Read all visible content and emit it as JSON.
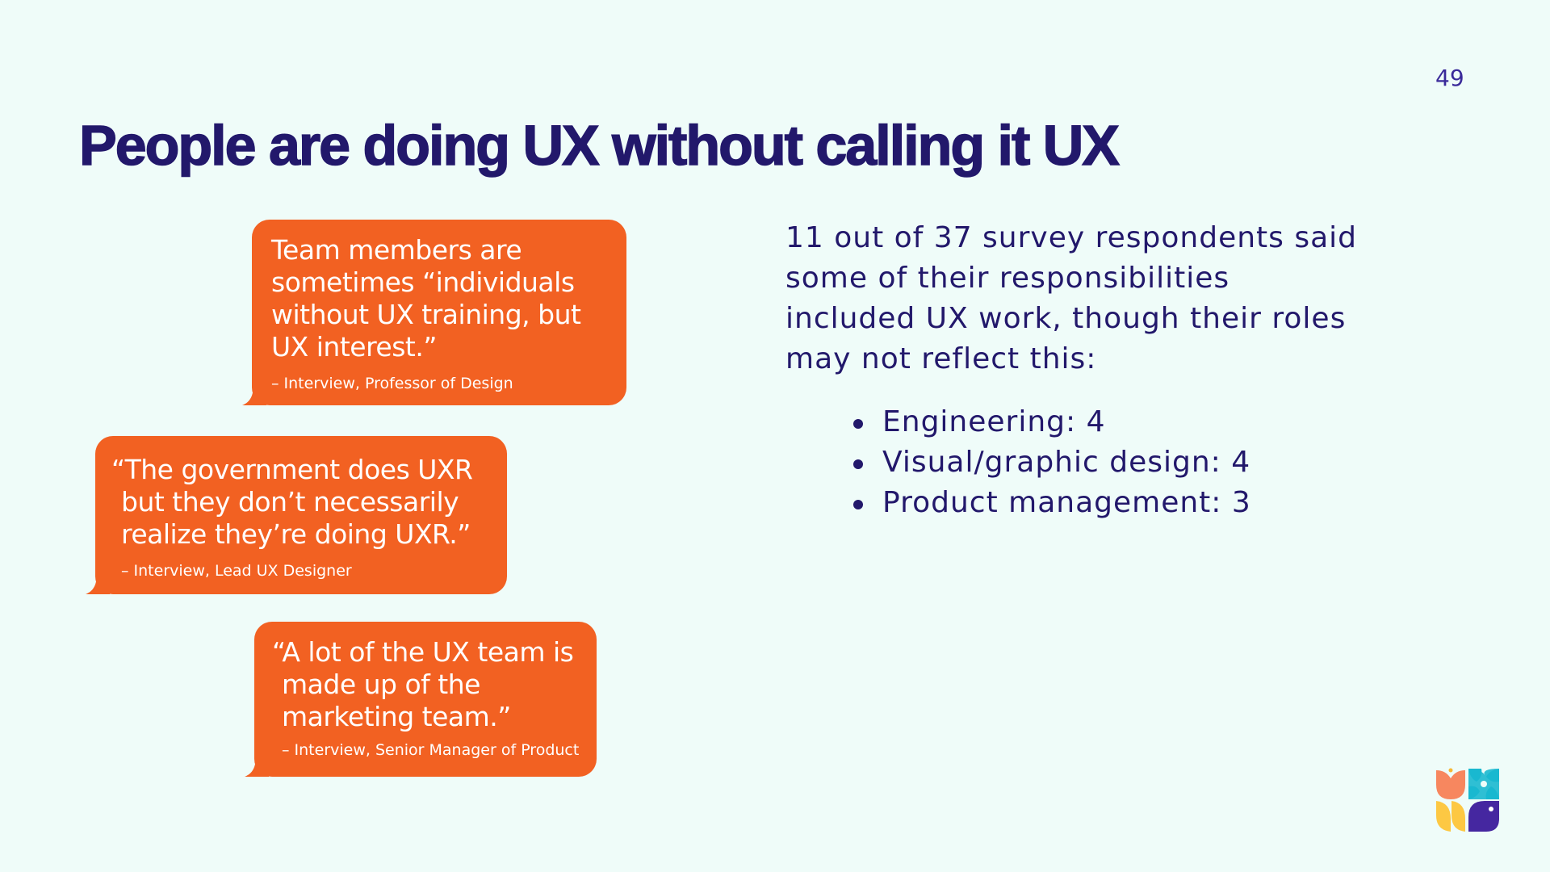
{
  "page_number": "49",
  "title": "People are doing UX without calling it UX",
  "quotes": [
    {
      "text": "Team members are sometimes “individuals without UX training, but UX interest.”",
      "attribution": "– Interview, Professor of Design"
    },
    {
      "text": "“The government does UXR but they don’t necessarily realize they’re doing UXR.”",
      "attribution": "– Interview, Lead UX Designer"
    },
    {
      "text": "“A lot of the UX team is made up of the marketing team.”",
      "attribution": "– Interview, Senior Manager of Product"
    }
  ],
  "summary": "11 out of 37 survey respondents said some of their responsibilities included UX work, though their roles may not reflect this:",
  "roles": [
    {
      "label": "Engineering: 4"
    },
    {
      "label": "Visual/graphic design: 4"
    },
    {
      "label": "Product management: 3"
    }
  ],
  "colors": {
    "accent": "#f26122",
    "navy": "#22186b",
    "background": "#effcf9"
  }
}
